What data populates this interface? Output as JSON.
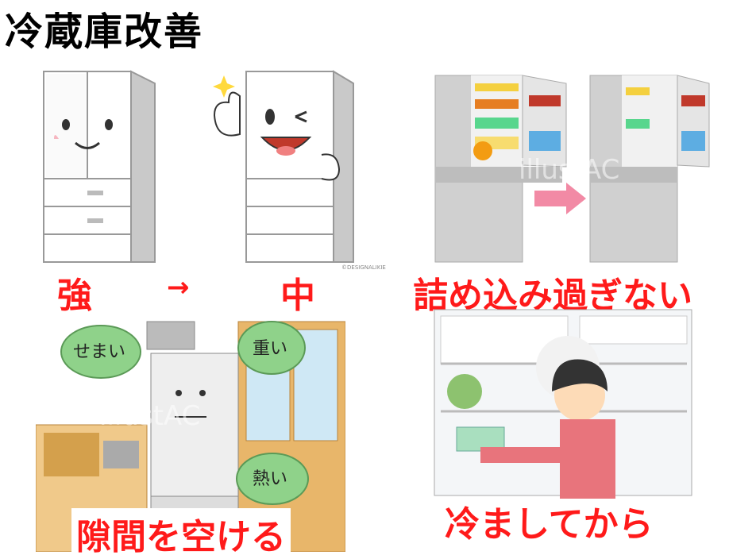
{
  "title": "冷蔵庫改善",
  "labels": {
    "strong": "強",
    "arrow": "→",
    "mid": "中",
    "no_overpack": "詰め込み過ぎない",
    "open_gap": "隙間を空ける",
    "cool_first": "冷ましてから"
  },
  "bubbles": {
    "narrow": "せまい",
    "heavy": "重い",
    "hot": "熱い"
  },
  "credit": "©DESIGNALIKIE",
  "watermark": "illustAC",
  "colors": {
    "accent": "#ff1a1a",
    "bubble": "#8fd28a",
    "fridge": "#d9d9d9",
    "cabinet": "#e8b66a",
    "arrow": "#f28aa5"
  }
}
